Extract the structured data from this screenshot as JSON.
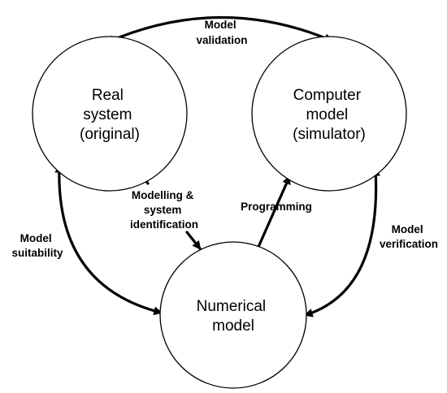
{
  "nodes": {
    "real_system": {
      "lines": [
        "Real",
        "system",
        "(original)"
      ]
    },
    "computer_model": {
      "lines": [
        "Computer",
        "model",
        "(simulator)"
      ]
    },
    "numerical_model": {
      "lines": [
        "Numerical",
        "model"
      ]
    }
  },
  "edges": {
    "model_validation": {
      "lines": [
        "Model",
        "validation"
      ]
    },
    "modelling": {
      "lines": [
        "Modelling &",
        "system",
        "identification"
      ]
    },
    "programming": {
      "lines": [
        "Programming"
      ]
    },
    "model_suitability": {
      "lines": [
        "Model",
        "suitability"
      ]
    },
    "model_verification": {
      "lines": [
        "Model",
        "verification"
      ]
    }
  },
  "colors": {
    "stroke": "#000000",
    "background": "#ffffff"
  }
}
